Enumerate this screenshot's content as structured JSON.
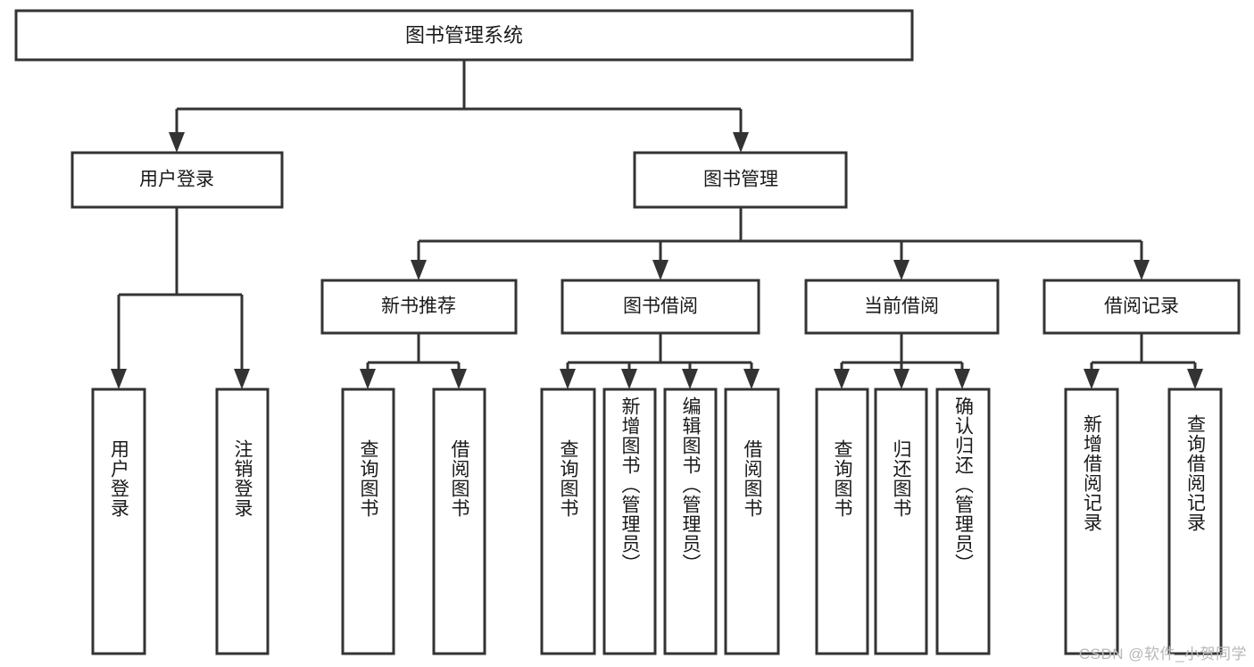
{
  "diagram": {
    "title_node": {
      "label": "图书管理系统"
    },
    "level2": [
      {
        "label": "用户登录"
      },
      {
        "label": "图书管理"
      }
    ],
    "level3": [
      {
        "label": "新书推荐"
      },
      {
        "label": "图书借阅"
      },
      {
        "label": "当前借阅"
      },
      {
        "label": "借阅记录"
      }
    ],
    "leaves": {
      "user_login": [
        {
          "label": "用户登录"
        },
        {
          "label": "注销登录"
        }
      ],
      "new_book_rec": [
        {
          "label": "查询图书"
        },
        {
          "label": "借阅图书"
        }
      ],
      "book_borrow": [
        {
          "label": "查询图书"
        },
        {
          "label": "新增图书（管理员）"
        },
        {
          "label": "编辑图书（管理员）"
        },
        {
          "label": "借阅图书"
        }
      ],
      "current_borrow": [
        {
          "label": "查询图书"
        },
        {
          "label": "归还图书"
        },
        {
          "label": "确认归还（管理员）"
        }
      ],
      "borrow_record": [
        {
          "label": "新增借阅记录"
        },
        {
          "label": "查询借阅记录"
        }
      ]
    }
  },
  "watermark": {
    "text": "CSDN @软件_小贺同学"
  },
  "colors": {
    "stroke": "#333333",
    "fill": "#ffffff",
    "text": "#1a1a1a",
    "watermark": "#b8b8b8"
  }
}
